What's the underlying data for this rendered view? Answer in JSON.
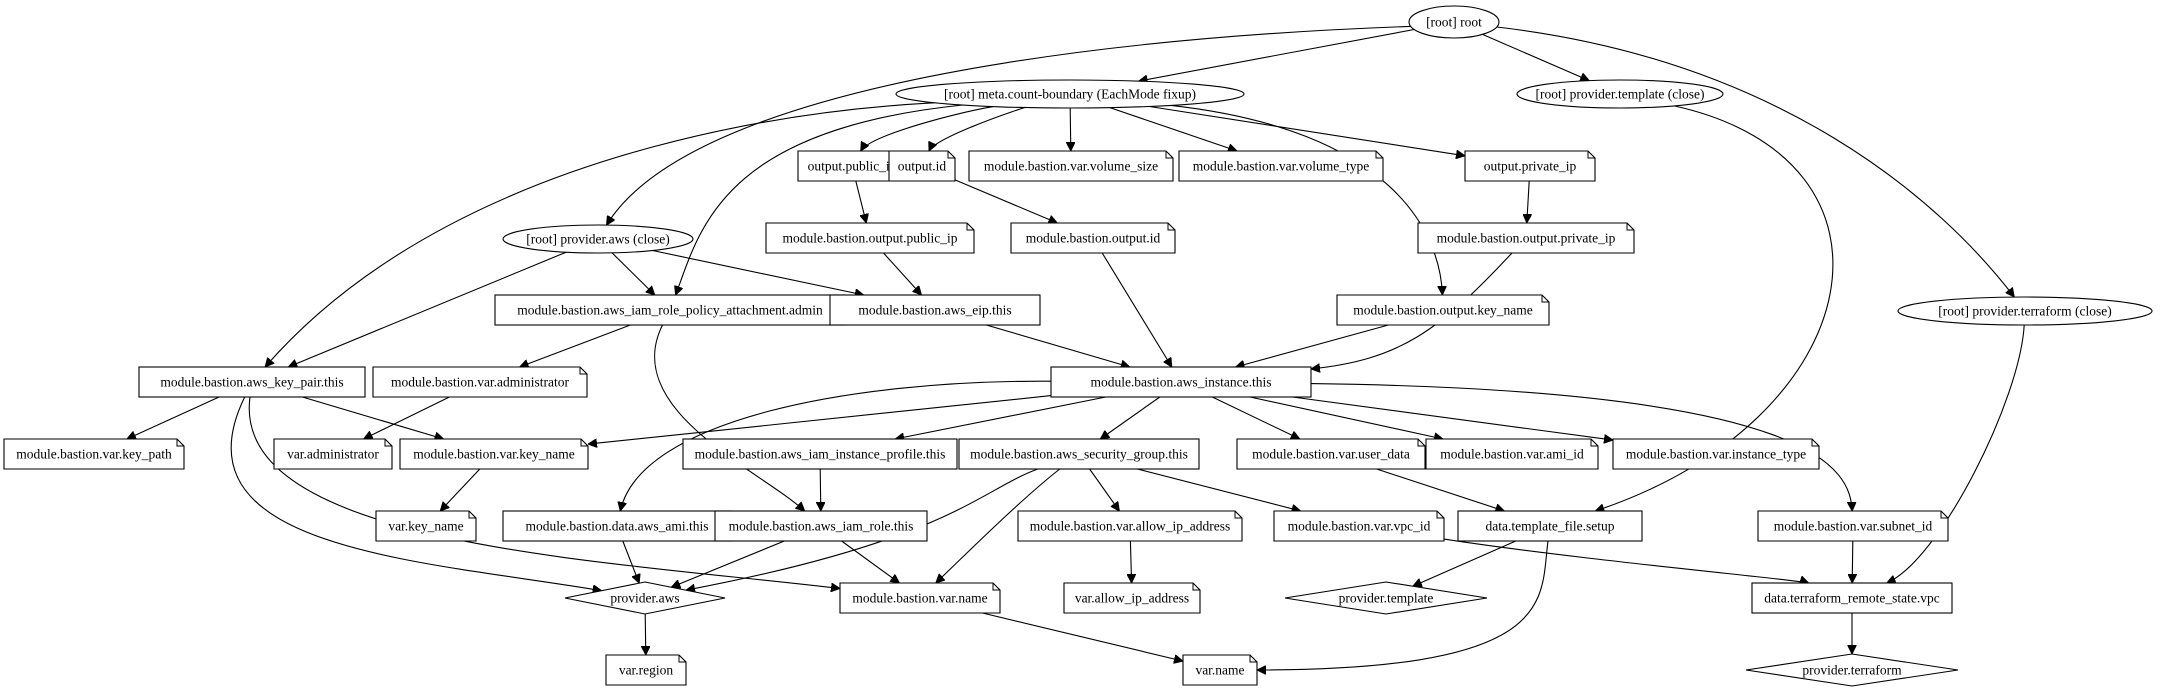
{
  "graph": {
    "nodes": [
      {
        "id": "root",
        "label": "[root] root",
        "shape": "ellipse"
      },
      {
        "id": "meta",
        "label": "[root] meta.count-boundary (EachMode fixup)",
        "shape": "ellipse"
      },
      {
        "id": "ptemplate_close",
        "label": "[root] provider.template (close)",
        "shape": "ellipse"
      },
      {
        "id": "paws_close",
        "label": "[root] provider.aws (close)",
        "shape": "ellipse"
      },
      {
        "id": "pterraform_close",
        "label": "[root] provider.terraform (close)",
        "shape": "ellipse"
      },
      {
        "id": "out_public_ip",
        "label": "output.public_ip",
        "shape": "note"
      },
      {
        "id": "out_id",
        "label": "output.id",
        "shape": "note"
      },
      {
        "id": "var_volume_size",
        "label": "module.bastion.var.volume_size",
        "shape": "note"
      },
      {
        "id": "var_volume_type",
        "label": "module.bastion.var.volume_type",
        "shape": "note"
      },
      {
        "id": "out_private_ip",
        "label": "output.private_ip",
        "shape": "note"
      },
      {
        "id": "mout_public_ip",
        "label": "module.bastion.output.public_ip",
        "shape": "note"
      },
      {
        "id": "mout_id",
        "label": "module.bastion.output.id",
        "shape": "note"
      },
      {
        "id": "mout_private_ip",
        "label": "module.bastion.output.private_ip",
        "shape": "note"
      },
      {
        "id": "policy_attach",
        "label": "module.bastion.aws_iam_role_policy_attachment.admin",
        "shape": "box"
      },
      {
        "id": "eip",
        "label": "module.bastion.aws_eip.this",
        "shape": "box"
      },
      {
        "id": "mout_key_name",
        "label": "module.bastion.output.key_name",
        "shape": "note"
      },
      {
        "id": "key_pair",
        "label": "module.bastion.aws_key_pair.this",
        "shape": "box"
      },
      {
        "id": "mvar_admin",
        "label": "module.bastion.var.administrator",
        "shape": "note"
      },
      {
        "id": "instance",
        "label": "module.bastion.aws_instance.this",
        "shape": "box"
      },
      {
        "id": "mvar_key_path",
        "label": "module.bastion.var.key_path",
        "shape": "note"
      },
      {
        "id": "var_admin",
        "label": "var.administrator",
        "shape": "note"
      },
      {
        "id": "mvar_key_name",
        "label": "module.bastion.var.key_name",
        "shape": "note"
      },
      {
        "id": "inst_profile",
        "label": "module.bastion.aws_iam_instance_profile.this",
        "shape": "box"
      },
      {
        "id": "sec_group",
        "label": "module.bastion.aws_security_group.this",
        "shape": "box"
      },
      {
        "id": "mvar_user_data",
        "label": "module.bastion.var.user_data",
        "shape": "note"
      },
      {
        "id": "mvar_ami_id",
        "label": "module.bastion.var.ami_id",
        "shape": "note"
      },
      {
        "id": "mvar_instance_type",
        "label": "module.bastion.var.instance_type",
        "shape": "note"
      },
      {
        "id": "var_key_name",
        "label": "var.key_name",
        "shape": "note"
      },
      {
        "id": "ami",
        "label": "module.bastion.data.aws_ami.this",
        "shape": "box"
      },
      {
        "id": "iam_role",
        "label": "module.bastion.aws_iam_role.this",
        "shape": "box"
      },
      {
        "id": "mvar_allow_ip",
        "label": "module.bastion.var.allow_ip_address",
        "shape": "note"
      },
      {
        "id": "mvar_vpc_id",
        "label": "module.bastion.var.vpc_id",
        "shape": "note"
      },
      {
        "id": "tpl_setup",
        "label": "data.template_file.setup",
        "shape": "box"
      },
      {
        "id": "mvar_subnet_id",
        "label": "module.bastion.var.subnet_id",
        "shape": "note"
      },
      {
        "id": "provider_aws",
        "label": "provider.aws",
        "shape": "diamond"
      },
      {
        "id": "mvar_name",
        "label": "module.bastion.var.name",
        "shape": "note"
      },
      {
        "id": "var_allow_ip",
        "label": "var.allow_ip_address",
        "shape": "note"
      },
      {
        "id": "provider_template",
        "label": "provider.template",
        "shape": "diamond"
      },
      {
        "id": "remote_state",
        "label": "data.terraform_remote_state.vpc",
        "shape": "box"
      },
      {
        "id": "var_region",
        "label": "var.region",
        "shape": "note"
      },
      {
        "id": "var_name",
        "label": "var.name",
        "shape": "note"
      },
      {
        "id": "provider_terraform",
        "label": "provider.terraform",
        "shape": "diamond"
      }
    ]
  }
}
